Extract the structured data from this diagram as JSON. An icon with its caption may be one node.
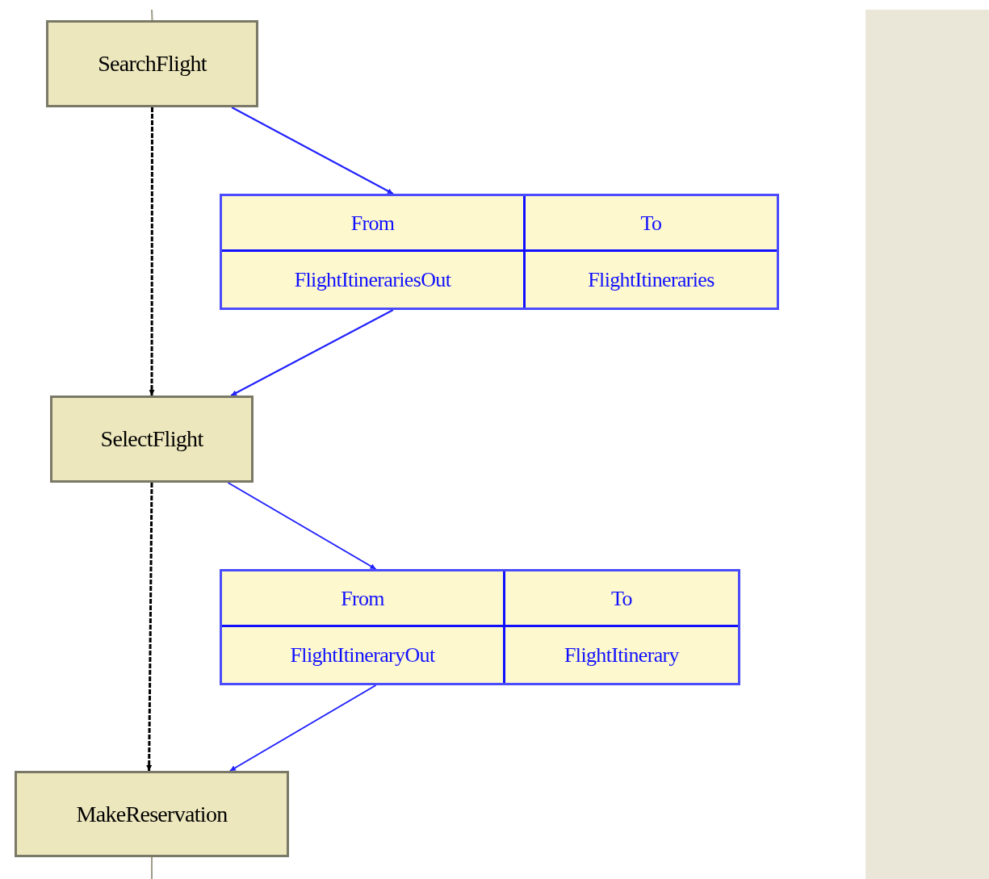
{
  "diagram": {
    "nodes": [
      {
        "text": [
          "SearchFlight"
        ]
      },
      {
        "text": [
          "From",
          "To",
          "FlightItinerariesOut",
          "FlightItineraries"
        ]
      },
      {
        "text": [
          "SelectFlight"
        ]
      },
      {
        "text": [
          "From",
          "To",
          "FlightItineraryOut",
          "FlightItinerary"
        ]
      },
      {
        "text": [
          "MakeReservation"
        ]
      }
    ],
    "edges": [
      {
        "from": null,
        "to": 0,
        "arrow": "none",
        "color": "#a09c88"
      },
      {
        "from": 0,
        "to": 2,
        "arrow": "to",
        "style": "dashed",
        "color": "#000000"
      },
      {
        "from": 0,
        "to": 1,
        "arrow": "to"
      },
      {
        "from": 1,
        "to": 2,
        "arrow": "to"
      },
      {
        "from": 2,
        "to": 4,
        "arrow": "to",
        "style": "dashed",
        "color": "#000000"
      },
      {
        "from": 2,
        "to": 3,
        "arrow": "to"
      },
      {
        "from": 3,
        "to": 4,
        "arrow": "to"
      },
      {
        "from": 4,
        "to": null,
        "arrow": "none",
        "color": "#a09c88"
      }
    ]
  }
}
